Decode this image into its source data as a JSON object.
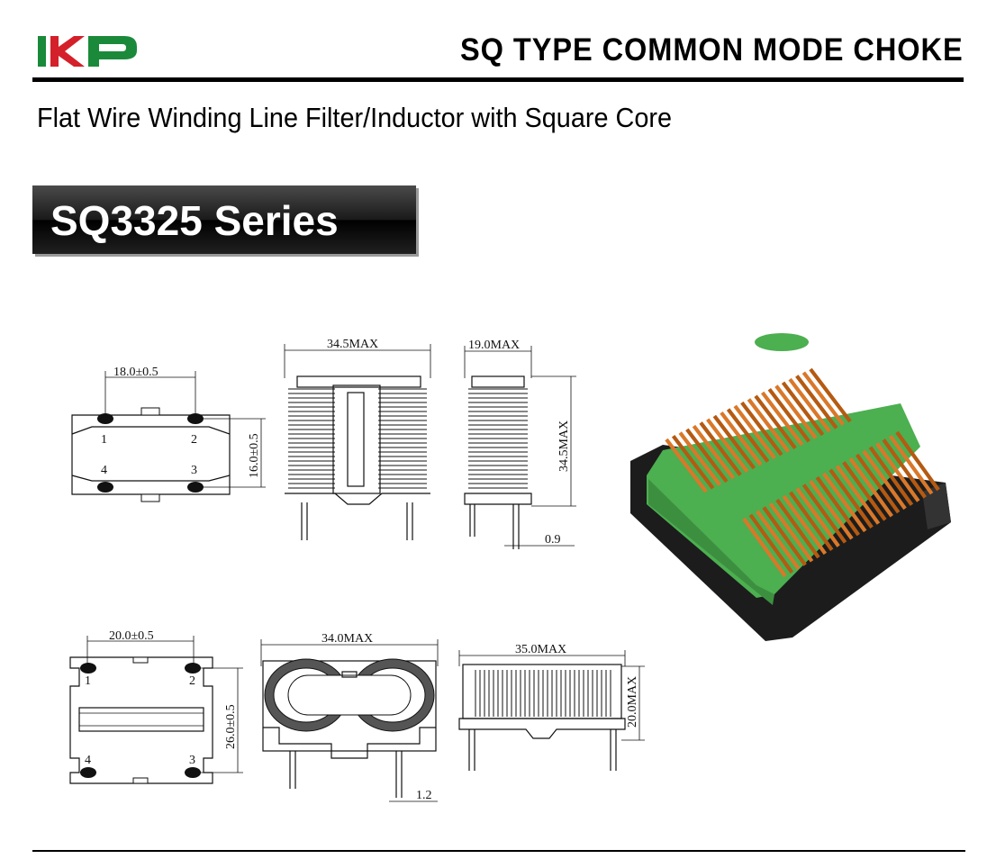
{
  "header": {
    "logo_text": "IKP",
    "title": "SQ TYPE COMMON MODE CHOKE"
  },
  "subtitle": "Flat Wire Winding Line Filter/Inductor with Square Core",
  "series": "SQ3325 Series",
  "colors": {
    "logo_green": "#1a8a3a",
    "logo_red": "#d4202a",
    "banner": "#1a1a1a",
    "copper": "#c8661a",
    "core_green": "#4caf50",
    "base_black": "#1c1c1c"
  },
  "drawing_top": {
    "pin_spacing": "18.0±0.5",
    "pin_row_spacing": "16.0±0.5",
    "front_width": "34.5MAX",
    "side_width": "19.0MAX",
    "height": "34.5MAX",
    "pin_width": "0.9",
    "pins": [
      "1",
      "2",
      "4",
      "3"
    ]
  },
  "drawing_bottom": {
    "pin_spacing": "20.0±0.5",
    "pin_row_spacing": "26.0±0.5",
    "front_width": "34.0MAX",
    "side_width": "35.0MAX",
    "height": "20.0MAX",
    "pin_width": "1.2",
    "pins": [
      "1",
      "2",
      "4",
      "3"
    ]
  }
}
